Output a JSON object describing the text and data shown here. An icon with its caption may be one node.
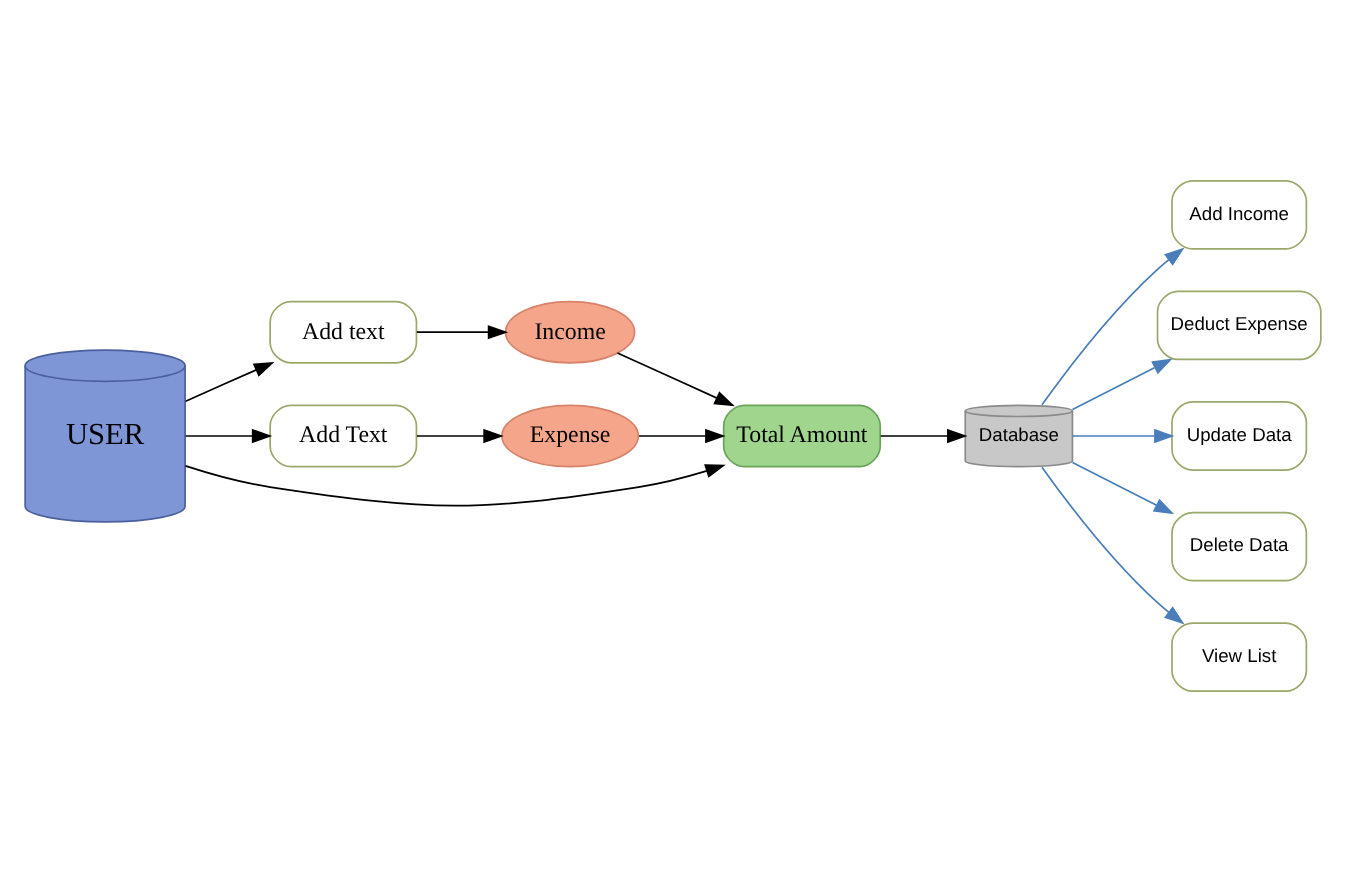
{
  "diagram": {
    "nodes": [
      {
        "text": [
          "USER"
        ]
      },
      {
        "text": [
          "Add text"
        ]
      },
      {
        "text": [
          "Add Text"
        ]
      },
      {
        "text": [
          "Income"
        ]
      },
      {
        "text": [
          "Expense"
        ]
      },
      {
        "text": [
          "Total Amount"
        ]
      },
      {
        "text": [
          "Database"
        ]
      },
      {
        "text": [
          "Add Income"
        ]
      },
      {
        "text": [
          "Deduct Expense"
        ]
      },
      {
        "text": [
          "Update Data"
        ]
      },
      {
        "text": [
          "Delete Data"
        ]
      },
      {
        "text": [
          "View List"
        ]
      }
    ],
    "edges": [
      {
        "from": 0,
        "to": 1,
        "arrow": "to"
      },
      {
        "from": 0,
        "to": 5,
        "arrow": "to"
      },
      {
        "from": 0,
        "to": 2,
        "arrow": "to"
      },
      {
        "from": 1,
        "to": 3,
        "arrow": "to"
      },
      {
        "from": 2,
        "to": 4,
        "arrow": "to"
      },
      {
        "from": 3,
        "to": 5,
        "arrow": "to"
      },
      {
        "from": 4,
        "to": 5,
        "arrow": "to"
      },
      {
        "from": 5,
        "to": 6,
        "arrow": "to"
      },
      {
        "from": 6,
        "to": 7,
        "arrow": "to",
        "color": "#4a7ebb"
      },
      {
        "from": 6,
        "to": 8,
        "arrow": "to",
        "color": "#4a7ebb"
      },
      {
        "from": 6,
        "to": 9,
        "arrow": "to",
        "color": "#4a7ebb"
      },
      {
        "from": 6,
        "to": 10,
        "arrow": "to",
        "color": "#4a7ebb"
      },
      {
        "from": 6,
        "to": 11,
        "arrow": "to",
        "color": "#4a7ebb"
      }
    ]
  }
}
